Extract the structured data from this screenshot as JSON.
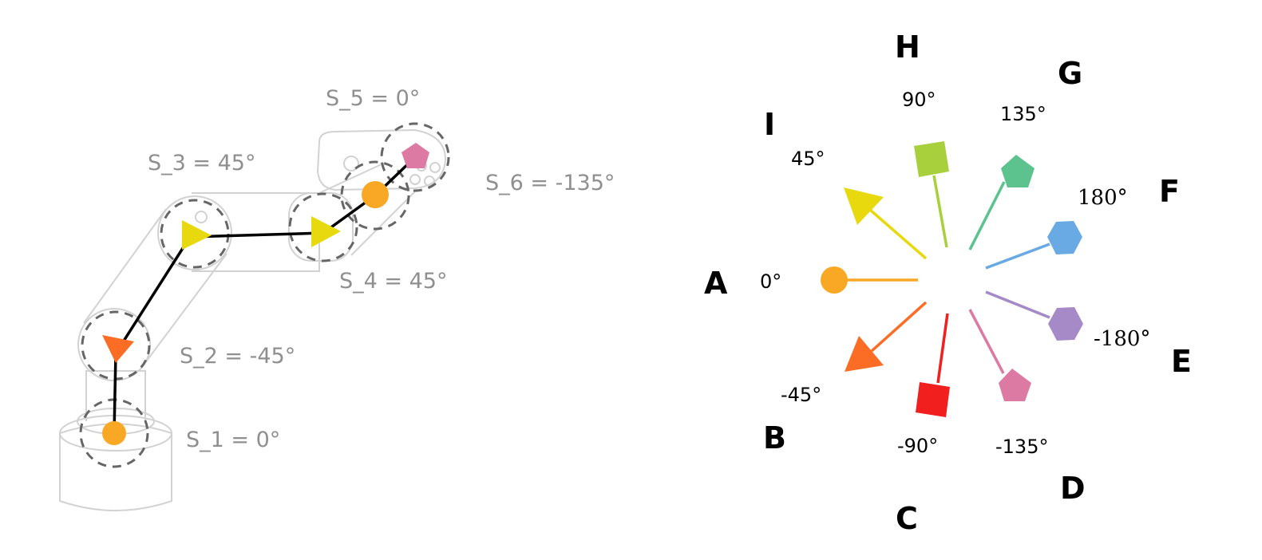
{
  "colors": {
    "orange": "#f9a825",
    "yellow": "#e8d90e",
    "deep_orange": "#fb6d24",
    "pink": "#dc7aa3",
    "lime": "#a8d03c",
    "teal": "#5cc28e",
    "blue": "#69aae4",
    "purple": "#a68ac8",
    "red": "#f21f1f",
    "servo_label": "#8f8f8f",
    "linkage": "#000000"
  },
  "arm": {
    "servos": [
      {
        "id": "s1",
        "label": "S_1 = 0°",
        "color_key": "orange",
        "icon": "circle-icon"
      },
      {
        "id": "s2",
        "label": "S_2 = -45°",
        "color_key": "deep_orange",
        "icon": "triangle-icon"
      },
      {
        "id": "s3",
        "label": "S_3 = 45°",
        "color_key": "yellow",
        "icon": "triangle-icon"
      },
      {
        "id": "s4",
        "label": "S_4 = 45°",
        "color_key": "yellow",
        "icon": "triangle-icon"
      },
      {
        "id": "s5",
        "label": "S_5 = 0°",
        "color_key": "orange",
        "icon": "circle-icon"
      },
      {
        "id": "s6",
        "label": "S_6 = -135°",
        "color_key": "pink",
        "icon": "pentagon-icon"
      }
    ]
  },
  "legend": {
    "directions": [
      {
        "letter": "A",
        "angle": "0°",
        "angle_deg": 0,
        "marker": "circle-icon",
        "color_key": "orange"
      },
      {
        "letter": "B",
        "angle": "-45°",
        "angle_deg": -45,
        "marker": "arrowhead-icon",
        "color_key": "deep_orange"
      },
      {
        "letter": "C",
        "angle": "-90°",
        "angle_deg": -90,
        "marker": "square-icon",
        "color_key": "red"
      },
      {
        "letter": "D",
        "angle": "-135°",
        "angle_deg": -135,
        "marker": "pentagon-icon",
        "color_key": "pink"
      },
      {
        "letter": "E",
        "angle": "-180°",
        "angle_deg": -180,
        "marker": "hexagon-icon",
        "color_key": "purple"
      },
      {
        "letter": "F",
        "angle": "180°",
        "angle_deg": 180,
        "marker": "hexagon-icon",
        "color_key": "blue"
      },
      {
        "letter": "G",
        "angle": "135°",
        "angle_deg": 135,
        "marker": "pentagon-icon",
        "color_key": "teal"
      },
      {
        "letter": "H",
        "angle": "90°",
        "angle_deg": 90,
        "marker": "square-icon",
        "color_key": "lime"
      },
      {
        "letter": "I",
        "angle": "45°",
        "angle_deg": 45,
        "marker": "arrowhead-icon",
        "color_key": "yellow"
      }
    ]
  }
}
